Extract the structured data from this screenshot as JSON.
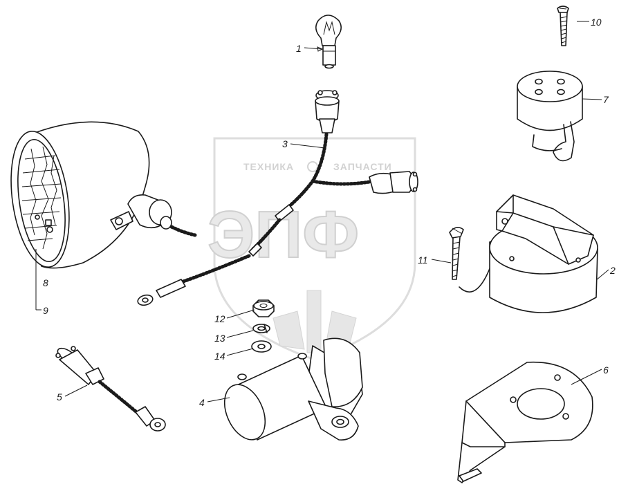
{
  "watermark": {
    "left_word": "ТЕХНИКА",
    "right_word": "ЗАПЧАСТИ",
    "monogram": "ЭПФ"
  },
  "callouts": [
    {
      "id": "1",
      "text": "1"
    },
    {
      "id": "2",
      "text": "2"
    },
    {
      "id": "3",
      "text": "3"
    },
    {
      "id": "4",
      "text": "4"
    },
    {
      "id": "5",
      "text": "5"
    },
    {
      "id": "6",
      "text": "6"
    },
    {
      "id": "7",
      "text": "7"
    },
    {
      "id": "8",
      "text": "8"
    },
    {
      "id": "9",
      "text": "9"
    },
    {
      "id": "10",
      "text": "10"
    },
    {
      "id": "11",
      "text": "11"
    },
    {
      "id": "12",
      "text": "12"
    },
    {
      "id": "13",
      "text": "13"
    },
    {
      "id": "14",
      "text": "14"
    }
  ]
}
